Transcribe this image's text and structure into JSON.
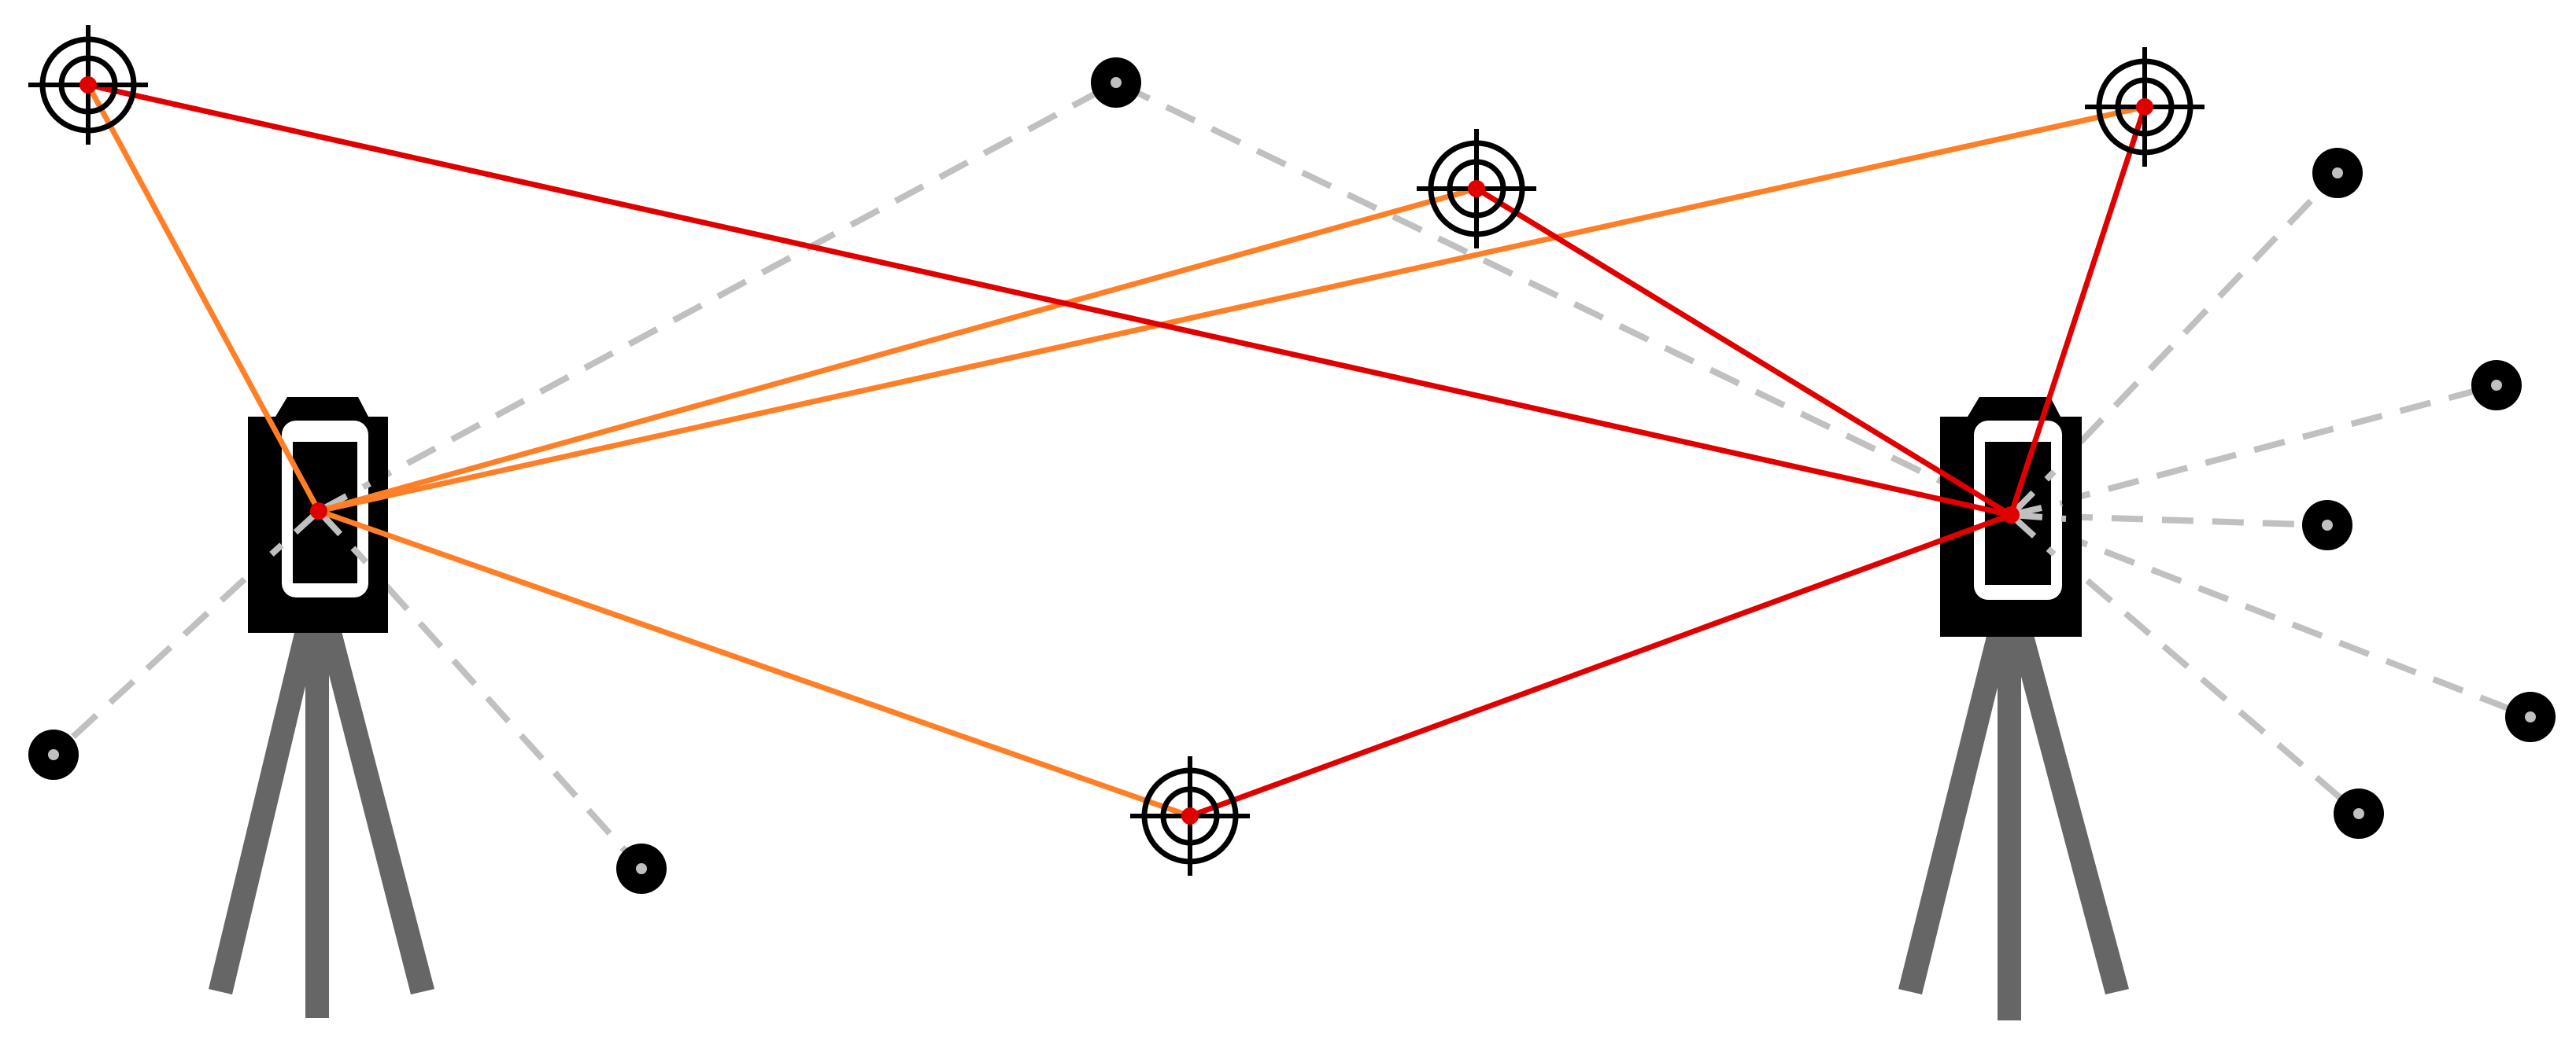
{
  "diagram": {
    "colors": {
      "background": "#ffffff",
      "instrument": "#000000",
      "tripod": "#666666",
      "red_rays": "#e10000",
      "orange_rays": "#ff7f27",
      "dashed_rays": "#c0c0c0",
      "target_center": "#e10000"
    },
    "stations": [
      {
        "id": "station-left",
        "icon": "total-station-icon"
      },
      {
        "id": "station-right",
        "icon": "total-station-icon"
      }
    ],
    "control_targets": [
      {
        "id": "target-top-left",
        "icon": "crosshair-target-icon"
      },
      {
        "id": "target-top-center",
        "icon": "crosshair-target-icon"
      },
      {
        "id": "target-top-right",
        "icon": "crosshair-target-icon"
      },
      {
        "id": "target-bottom-center",
        "icon": "crosshair-target-icon"
      }
    ],
    "detail_points": [
      {
        "id": "point-top-mid",
        "icon": "survey-point-icon"
      },
      {
        "id": "point-left-low",
        "icon": "survey-point-icon"
      },
      {
        "id": "point-left-bottom",
        "icon": "survey-point-icon"
      },
      {
        "id": "point-right-1",
        "icon": "survey-point-icon"
      },
      {
        "id": "point-right-2",
        "icon": "survey-point-icon"
      },
      {
        "id": "point-right-3",
        "icon": "survey-point-icon"
      },
      {
        "id": "point-right-4",
        "icon": "survey-point-icon"
      },
      {
        "id": "point-right-5",
        "icon": "survey-point-icon"
      }
    ],
    "ray_styles": {
      "left_station_to_targets": "orange-solid",
      "right_station_to_targets": "red-solid",
      "stations_to_detail_points": "grey-dashed"
    }
  }
}
